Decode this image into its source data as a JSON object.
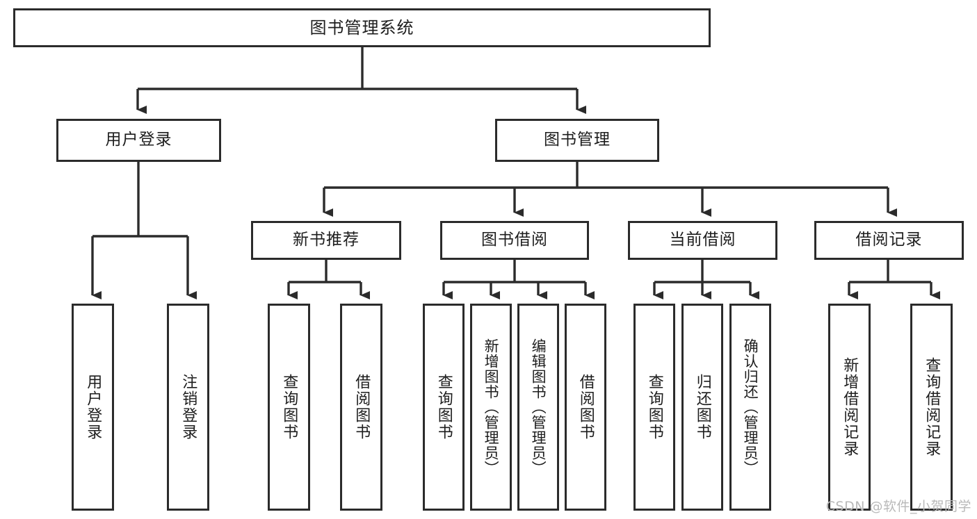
{
  "diagram": {
    "title": "图书管理系统",
    "watermark": "CSDN @软件_小贺同学",
    "line_color": "#2b2b2b",
    "box_fill": "#ffffff",
    "text_color": "#1d1d1d",
    "watermark_color": "#b9b9b9"
  },
  "levels": {
    "root": {
      "label": "图书管理系统"
    },
    "level2": [
      {
        "label": "用户登录"
      },
      {
        "label": "图书管理"
      }
    ],
    "level3": [
      {
        "label": "新书推荐"
      },
      {
        "label": "图书借阅"
      },
      {
        "label": "当前借阅"
      },
      {
        "label": "借阅记录"
      }
    ]
  },
  "leaves": {
    "user_login": [
      {
        "label": "用户登录"
      },
      {
        "label": "注销登录"
      }
    ],
    "new_book_recommend": [
      {
        "label": "查询图书"
      },
      {
        "label": "借阅图书"
      }
    ],
    "book_borrow": [
      {
        "label": "查询图书"
      },
      {
        "label": "新增图书（管理员）"
      },
      {
        "label": "编辑图书（管理员）"
      },
      {
        "label": "借阅图书"
      }
    ],
    "current_borrow": [
      {
        "label": "查询图书"
      },
      {
        "label": "归还图书"
      },
      {
        "label": "确认归还（管理员）"
      }
    ],
    "borrow_record": [
      {
        "label": "新增借阅记录"
      },
      {
        "label": "查询借阅记录"
      }
    ]
  }
}
